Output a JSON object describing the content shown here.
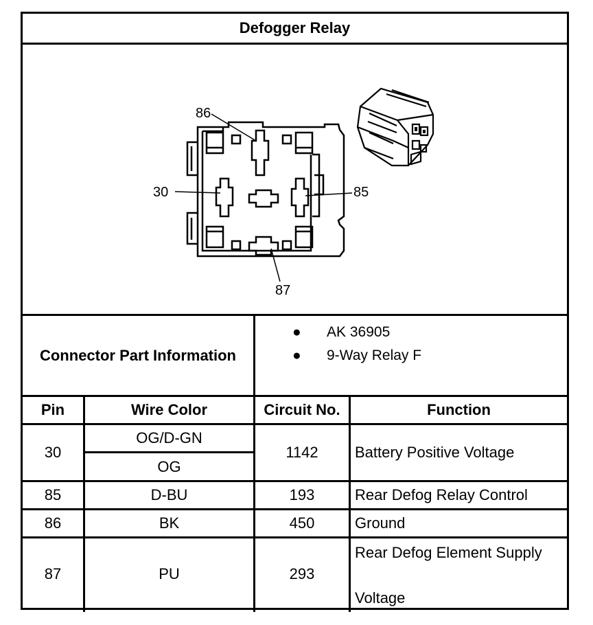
{
  "title": "Defogger Relay",
  "diagram": {
    "pin_labels": [
      "86",
      "30",
      "85",
      "87"
    ]
  },
  "connector_info": {
    "label": "Connector Part Information",
    "items": [
      "AK 36905",
      "9-Way Relay F"
    ]
  },
  "table": {
    "headers": [
      "Pin",
      "Wire Color",
      "Circuit No.",
      "Function"
    ],
    "rows": [
      {
        "pin": "30",
        "wire_colors": [
          "OG/D-GN",
          "OG"
        ],
        "circuit": "1142",
        "function": "Battery Positive Voltage"
      },
      {
        "pin": "85",
        "wire_colors": [
          "D-BU"
        ],
        "circuit": "193",
        "function": "Rear Defog Relay Control"
      },
      {
        "pin": "86",
        "wire_colors": [
          "BK"
        ],
        "circuit": "450",
        "function": "Ground"
      },
      {
        "pin": "87",
        "wire_colors": [
          "PU"
        ],
        "circuit": "293",
        "function_lines": [
          "Rear Defog Element Supply",
          "Voltage"
        ]
      }
    ]
  }
}
